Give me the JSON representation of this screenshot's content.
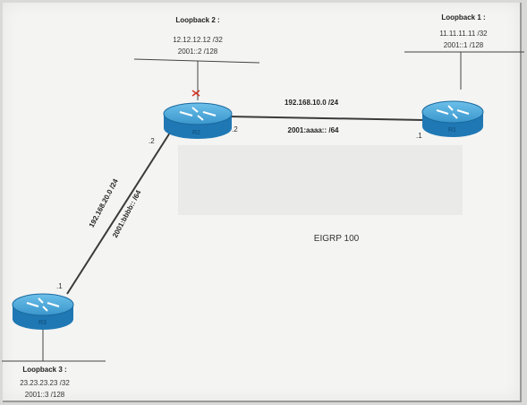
{
  "routers": {
    "r1": {
      "label": "R1",
      "loopback_title": "Loopback 1 :",
      "loopback_v4": "11.11.11.11 /32",
      "loopback_v6": "2001::1 /128"
    },
    "r2": {
      "label": "R2",
      "loopback_title": "Loopback 2 :",
      "loopback_v4": "12.12.12.12 /32",
      "loopback_v6": "2001::2 /128"
    },
    "r3": {
      "label": "R3",
      "loopback_title": "Loopback 3 :",
      "loopback_v4": "23.23.23.23 /32",
      "loopback_v6": "2001::3 /128"
    }
  },
  "links": {
    "r2_r1": {
      "net_v4": "192.168.10.0 /24",
      "net_v6": "2001:aaaa:: /64",
      "r2_if": ".2",
      "r1_if": ".1"
    },
    "r2_r3": {
      "net_v4": "192.168.20.0 /24",
      "net_v6": "2001:bbbb:: /64",
      "r2_if": ".2",
      "r3_if": ".1"
    }
  },
  "protocol_label": "EIGRP 100",
  "colors": {
    "router_top": "#4aa6d6",
    "router_side": "#1f78b4",
    "link": "#3a3a3a",
    "fault_mark": "#d23a2a"
  }
}
